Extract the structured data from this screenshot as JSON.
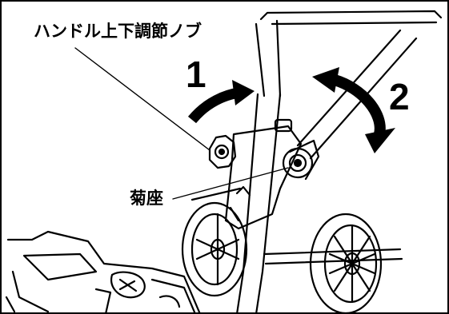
{
  "labels": {
    "handle_knob": "ハンドル上下調節ノブ",
    "seat": "菊座"
  },
  "steps": {
    "one": "1",
    "two": "2"
  }
}
